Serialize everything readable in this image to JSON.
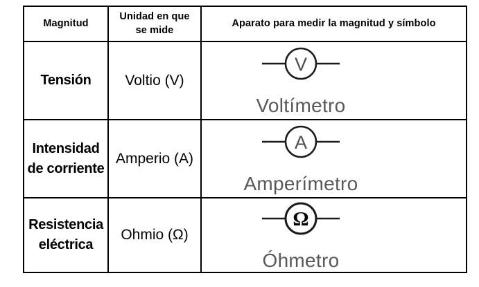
{
  "table": {
    "headers": [
      "Magnitud",
      "Unidad en que se mide",
      "Aparato para medir la magnitud y símbolo"
    ],
    "rows": [
      {
        "magnitude": "Tensión",
        "unit": "Voltio (V)",
        "symbol_letter": "V",
        "device": "Voltímetro"
      },
      {
        "magnitude": "Intensidad de corriente",
        "unit": "Amperio (A)",
        "symbol_letter": "A",
        "device": "Amperímetro"
      },
      {
        "magnitude": "Resistencia eléctrica",
        "unit": "Ohmio (Ω)",
        "symbol_letter": "Ω",
        "device": "Óhmetro"
      }
    ],
    "colors": {
      "border": "#000000",
      "text": "#000000",
      "device_label": "#595959",
      "symbol_letter": "#4f4f4f",
      "background": "#ffffff"
    }
  }
}
